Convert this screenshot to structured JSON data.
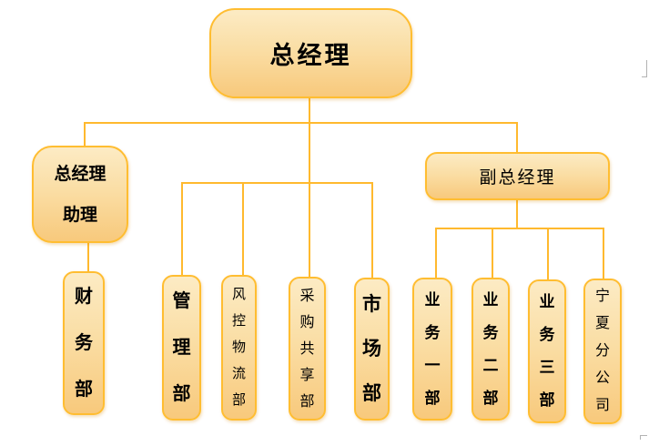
{
  "org_chart": {
    "type": "organization-chart",
    "nodes": {
      "gm": {
        "label": "总经理",
        "level": 1
      },
      "assistant": {
        "label": "总经理助理",
        "level": 2
      },
      "deputy": {
        "label": "副总经理",
        "level": 2
      },
      "finance": {
        "label": "财务部",
        "level": 3
      },
      "mgmt": {
        "label": "管理部",
        "level": 3
      },
      "risk": {
        "label": "风控物流部",
        "level": 3
      },
      "procurement": {
        "label": "采购共享部",
        "level": 3
      },
      "market": {
        "label": "市场部",
        "level": 3
      },
      "biz1": {
        "label": "业务一部",
        "level": 3
      },
      "biz2": {
        "label": "业务二部",
        "level": 3
      },
      "biz3": {
        "label": "业务三部",
        "level": 3
      },
      "ningxia": {
        "label": "宁夏分公司",
        "level": 3
      }
    },
    "edges": [
      {
        "from": "总经理",
        "to": "总经理助理"
      },
      {
        "from": "总经理",
        "to": "管理部"
      },
      {
        "from": "总经理",
        "to": "风控物流部"
      },
      {
        "from": "总经理",
        "to": "采购共享部"
      },
      {
        "from": "总经理",
        "to": "市场部"
      },
      {
        "from": "总经理",
        "to": "副总经理"
      },
      {
        "from": "总经理助理",
        "to": "财务部"
      },
      {
        "from": "副总经理",
        "to": "业务一部"
      },
      {
        "from": "副总经理",
        "to": "业务二部"
      },
      {
        "from": "副总经理",
        "to": "业务三部"
      },
      {
        "from": "副总经理",
        "to": "宁夏分公司"
      }
    ],
    "colors": {
      "box_fill_top": "#FCEBC4",
      "box_fill_bottom": "#F8C97C",
      "box_border": "#FFBD31",
      "connector": "#FFB92E",
      "text": "#000000",
      "background": "#FFFFFF"
    }
  }
}
